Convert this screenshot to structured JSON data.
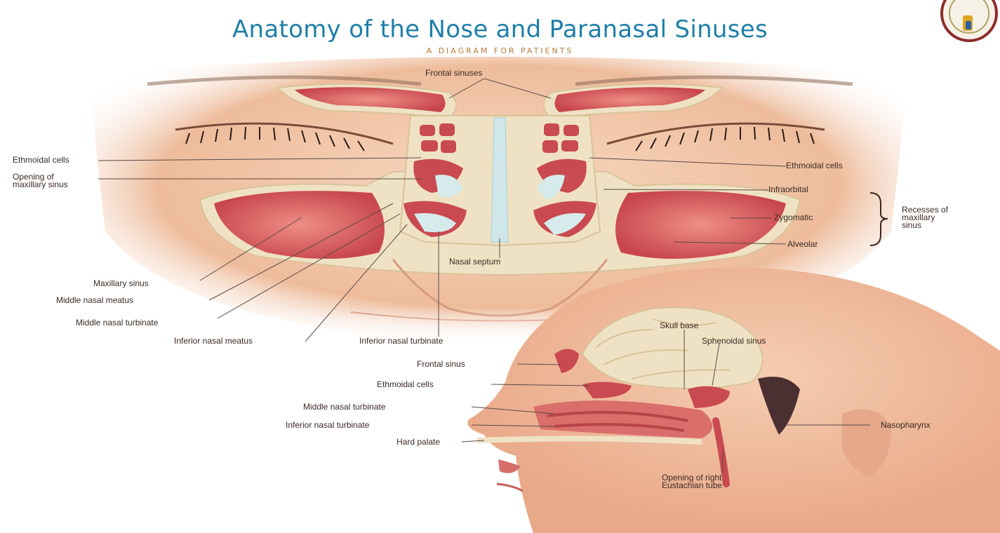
{
  "header": {
    "title": "Anatomy of the Nose and Paranasal Sinuses",
    "subtitle": "A DIAGRAM FOR PATIENTS"
  },
  "frontal_view": {
    "labels": {
      "frontal_sinuses": "Frontal sinuses",
      "ethmoidal_cells_left": "Ethmoidal cells",
      "opening_maxillary": "Opening of\nmaxillary sinus",
      "ethmoidal_cells_right": "Ethmoidal cells",
      "infraorbital": "Infraorbital",
      "zygomatic": "Zygomatic",
      "alveolar": "Alveolar",
      "recesses": "Recesses of\nmaxillary\nsinus",
      "maxillary_sinus": "Maxillary sinus",
      "middle_nasal_meatus": "Middle nasal meatus",
      "middle_nasal_turbinate": "Middle nasal turbinate",
      "inferior_nasal_meatus": "Inferior nasal meatus",
      "inferior_nasal_turbinate": "Inferior nasal turbinate",
      "nasal_septum": "Nasal septum"
    }
  },
  "side_view": {
    "labels": {
      "skull_base": "Skull base",
      "sphenoidal_sinus": "Sphenoidal sinus",
      "frontal_sinus": "Frontal sinus",
      "ethmoidal_cells": "Ethmoidal cells",
      "middle_nasal_turbinate": "Middle nasal turbinate",
      "inferior_nasal_turbinate": "Inferior nasal turbinate",
      "hard_palate": "Hard palate",
      "nasopharynx": "Nasopharynx",
      "eustachian": "Opening of right\nEustachian tube"
    }
  },
  "colors": {
    "title": "#1f7fa8",
    "subtitle": "#b87a3a",
    "skin": "#f3cdb0",
    "sinus": "#d8545a",
    "bone": "#efe2c4",
    "airway": "#d6ecec"
  }
}
